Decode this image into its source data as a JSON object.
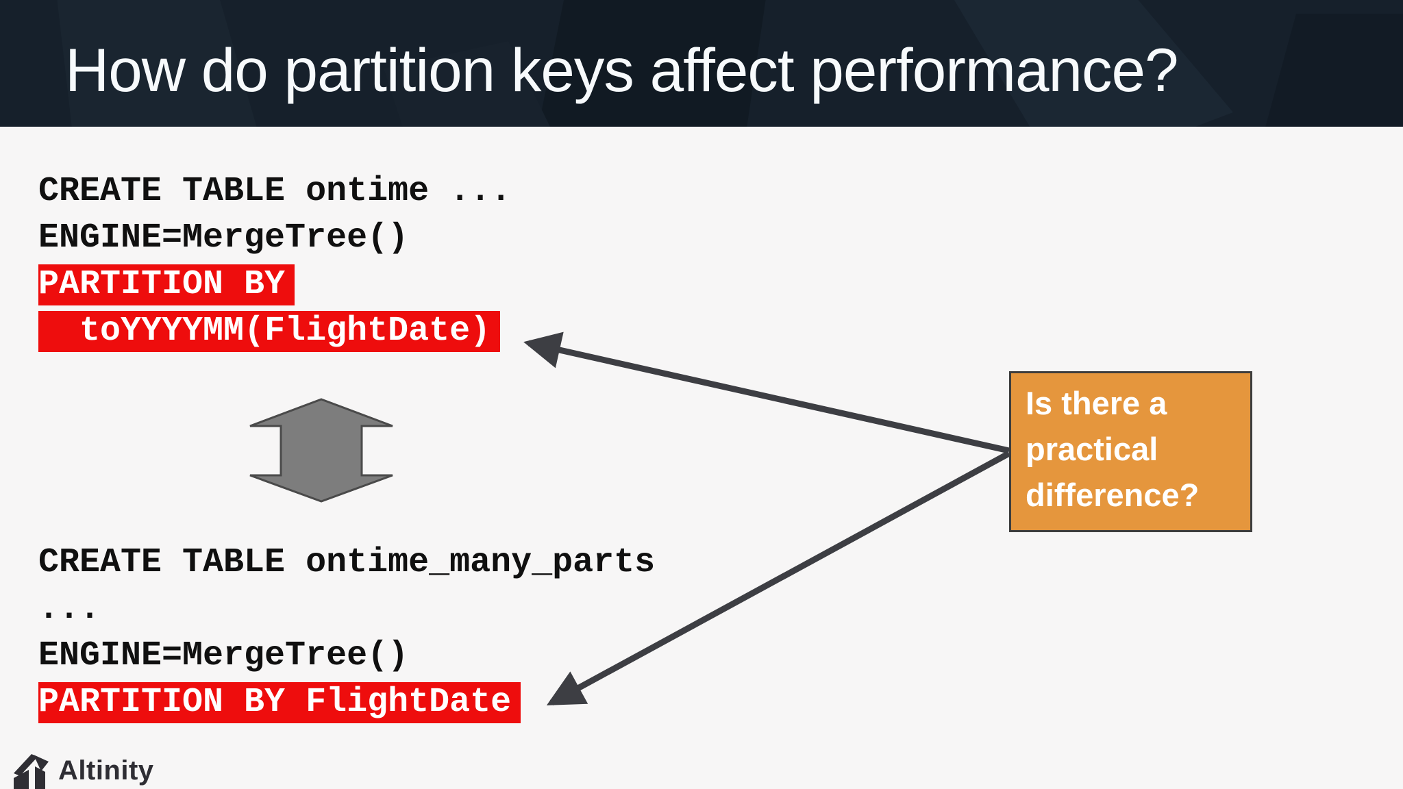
{
  "title": "How do partition keys affect performance?",
  "code_top": {
    "lines": [
      {
        "text": "CREATE TABLE ontime ...",
        "highlight": false
      },
      {
        "text": "ENGINE=MergeTree()",
        "highlight": false
      },
      {
        "text": "PARTITION BY",
        "highlight": true
      },
      {
        "text": "  toYYYYMM(FlightDate)",
        "highlight": true
      }
    ]
  },
  "code_bottom": {
    "lines": [
      {
        "text": "CREATE TABLE ontime_many_parts",
        "highlight": false
      },
      {
        "text": "...",
        "highlight": false
      },
      {
        "text": "ENGINE=MergeTree()",
        "highlight": false
      },
      {
        "text": "PARTITION BY FlightDate",
        "highlight": true
      }
    ]
  },
  "callout": {
    "text": "Is there a practical difference?"
  },
  "footer": {
    "brand": "Altinity"
  },
  "colors": {
    "header_bg": "#16202b",
    "body_bg": "#f7f6f6",
    "highlight_red": "#ee0d0d",
    "callout_orange": "#e5963d",
    "pointer_arrow_gray": "#3d3e43",
    "updown_arrow_gray": "#7d7d7d",
    "code_text": "#101010",
    "title_text": "#f7fafc"
  }
}
